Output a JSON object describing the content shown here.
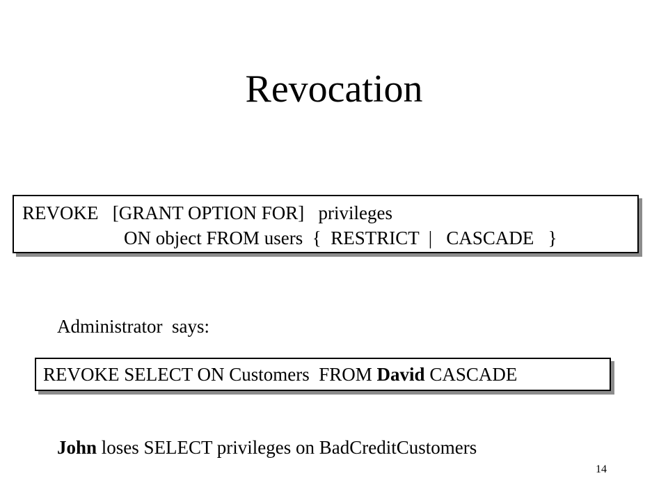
{
  "slide": {
    "title": "Revocation",
    "syntax": {
      "line1": "REVOKE   [GRANT OPTION FOR]   privileges",
      "line2": "ON object FROM users  {  RESTRICT  |   CASCADE   }"
    },
    "caption": "Administrator  says:",
    "example": {
      "before": "REVOKE SELECT ON Customers  FROM ",
      "user": "David",
      "after": " CASCADE"
    },
    "result": {
      "user": "John",
      "text": " loses SELECT privileges on BadCreditCustomers"
    },
    "page_number": "14"
  }
}
